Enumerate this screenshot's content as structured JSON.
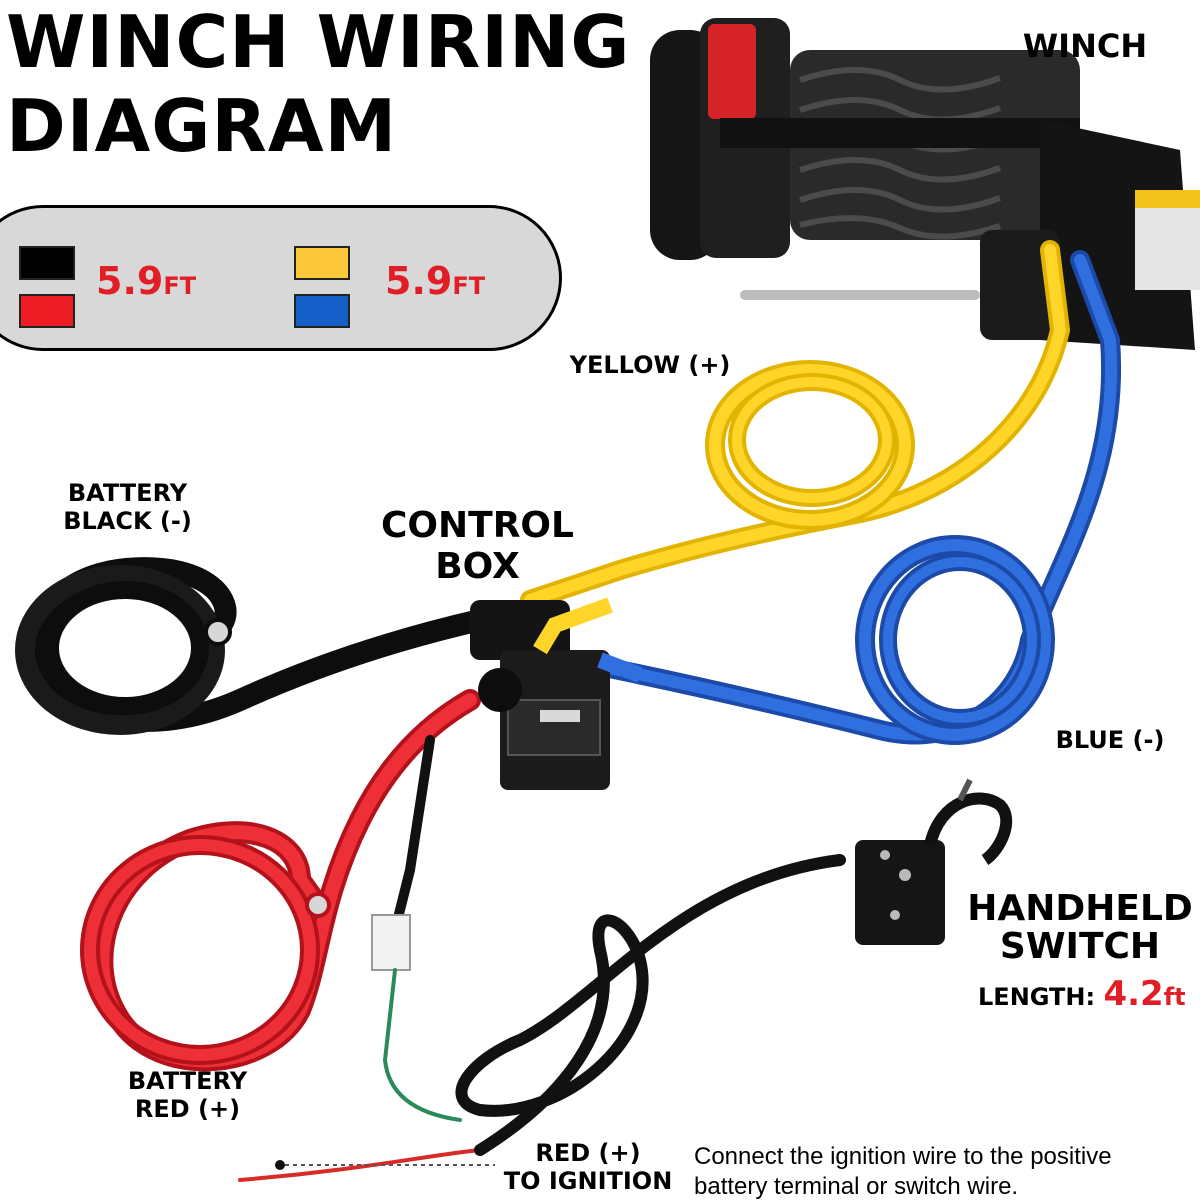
{
  "title": {
    "line1": "WINCH WIRING",
    "line2": "DIAGRAM"
  },
  "legend": {
    "groups": [
      {
        "colors": [
          "#000000",
          "#ee1c25"
        ],
        "length": "5.9",
        "unit": "FT"
      },
      {
        "colors": [
          "#fbc93a",
          "#1560c8"
        ],
        "length": "5.9",
        "unit": "FT"
      }
    ]
  },
  "labels": {
    "winch": "WINCH",
    "yellow": "YELLOW (+)",
    "battery_black": {
      "line1": "BATTERY",
      "line2": "BLACK (-)"
    },
    "control_box": {
      "line1": "CONTROL",
      "line2": "BOX"
    },
    "blue": "BLUE (-)",
    "handheld_switch": {
      "line1": "HANDHELD",
      "line2": "SWITCH"
    },
    "switch_length": {
      "label": "LENGTH:",
      "value": "4.2",
      "unit": "ft"
    },
    "battery_red": {
      "line1": "BATTERY",
      "line2": "RED (+)"
    },
    "red_ignition": {
      "line1": "RED (+)",
      "line2": "TO IGNITION"
    }
  },
  "note": {
    "line1": "Connect the ignition wire to the positive",
    "line2": "battery terminal or switch wire."
  },
  "colors": {
    "accent_red": "#e11d26",
    "yellow_cable": "#ffd52a",
    "blue_cable": "#2f6fe0",
    "red_cable": "#ee2f37",
    "black_cable": "#0d0d0d",
    "legend_background": "#d8d8d8"
  }
}
